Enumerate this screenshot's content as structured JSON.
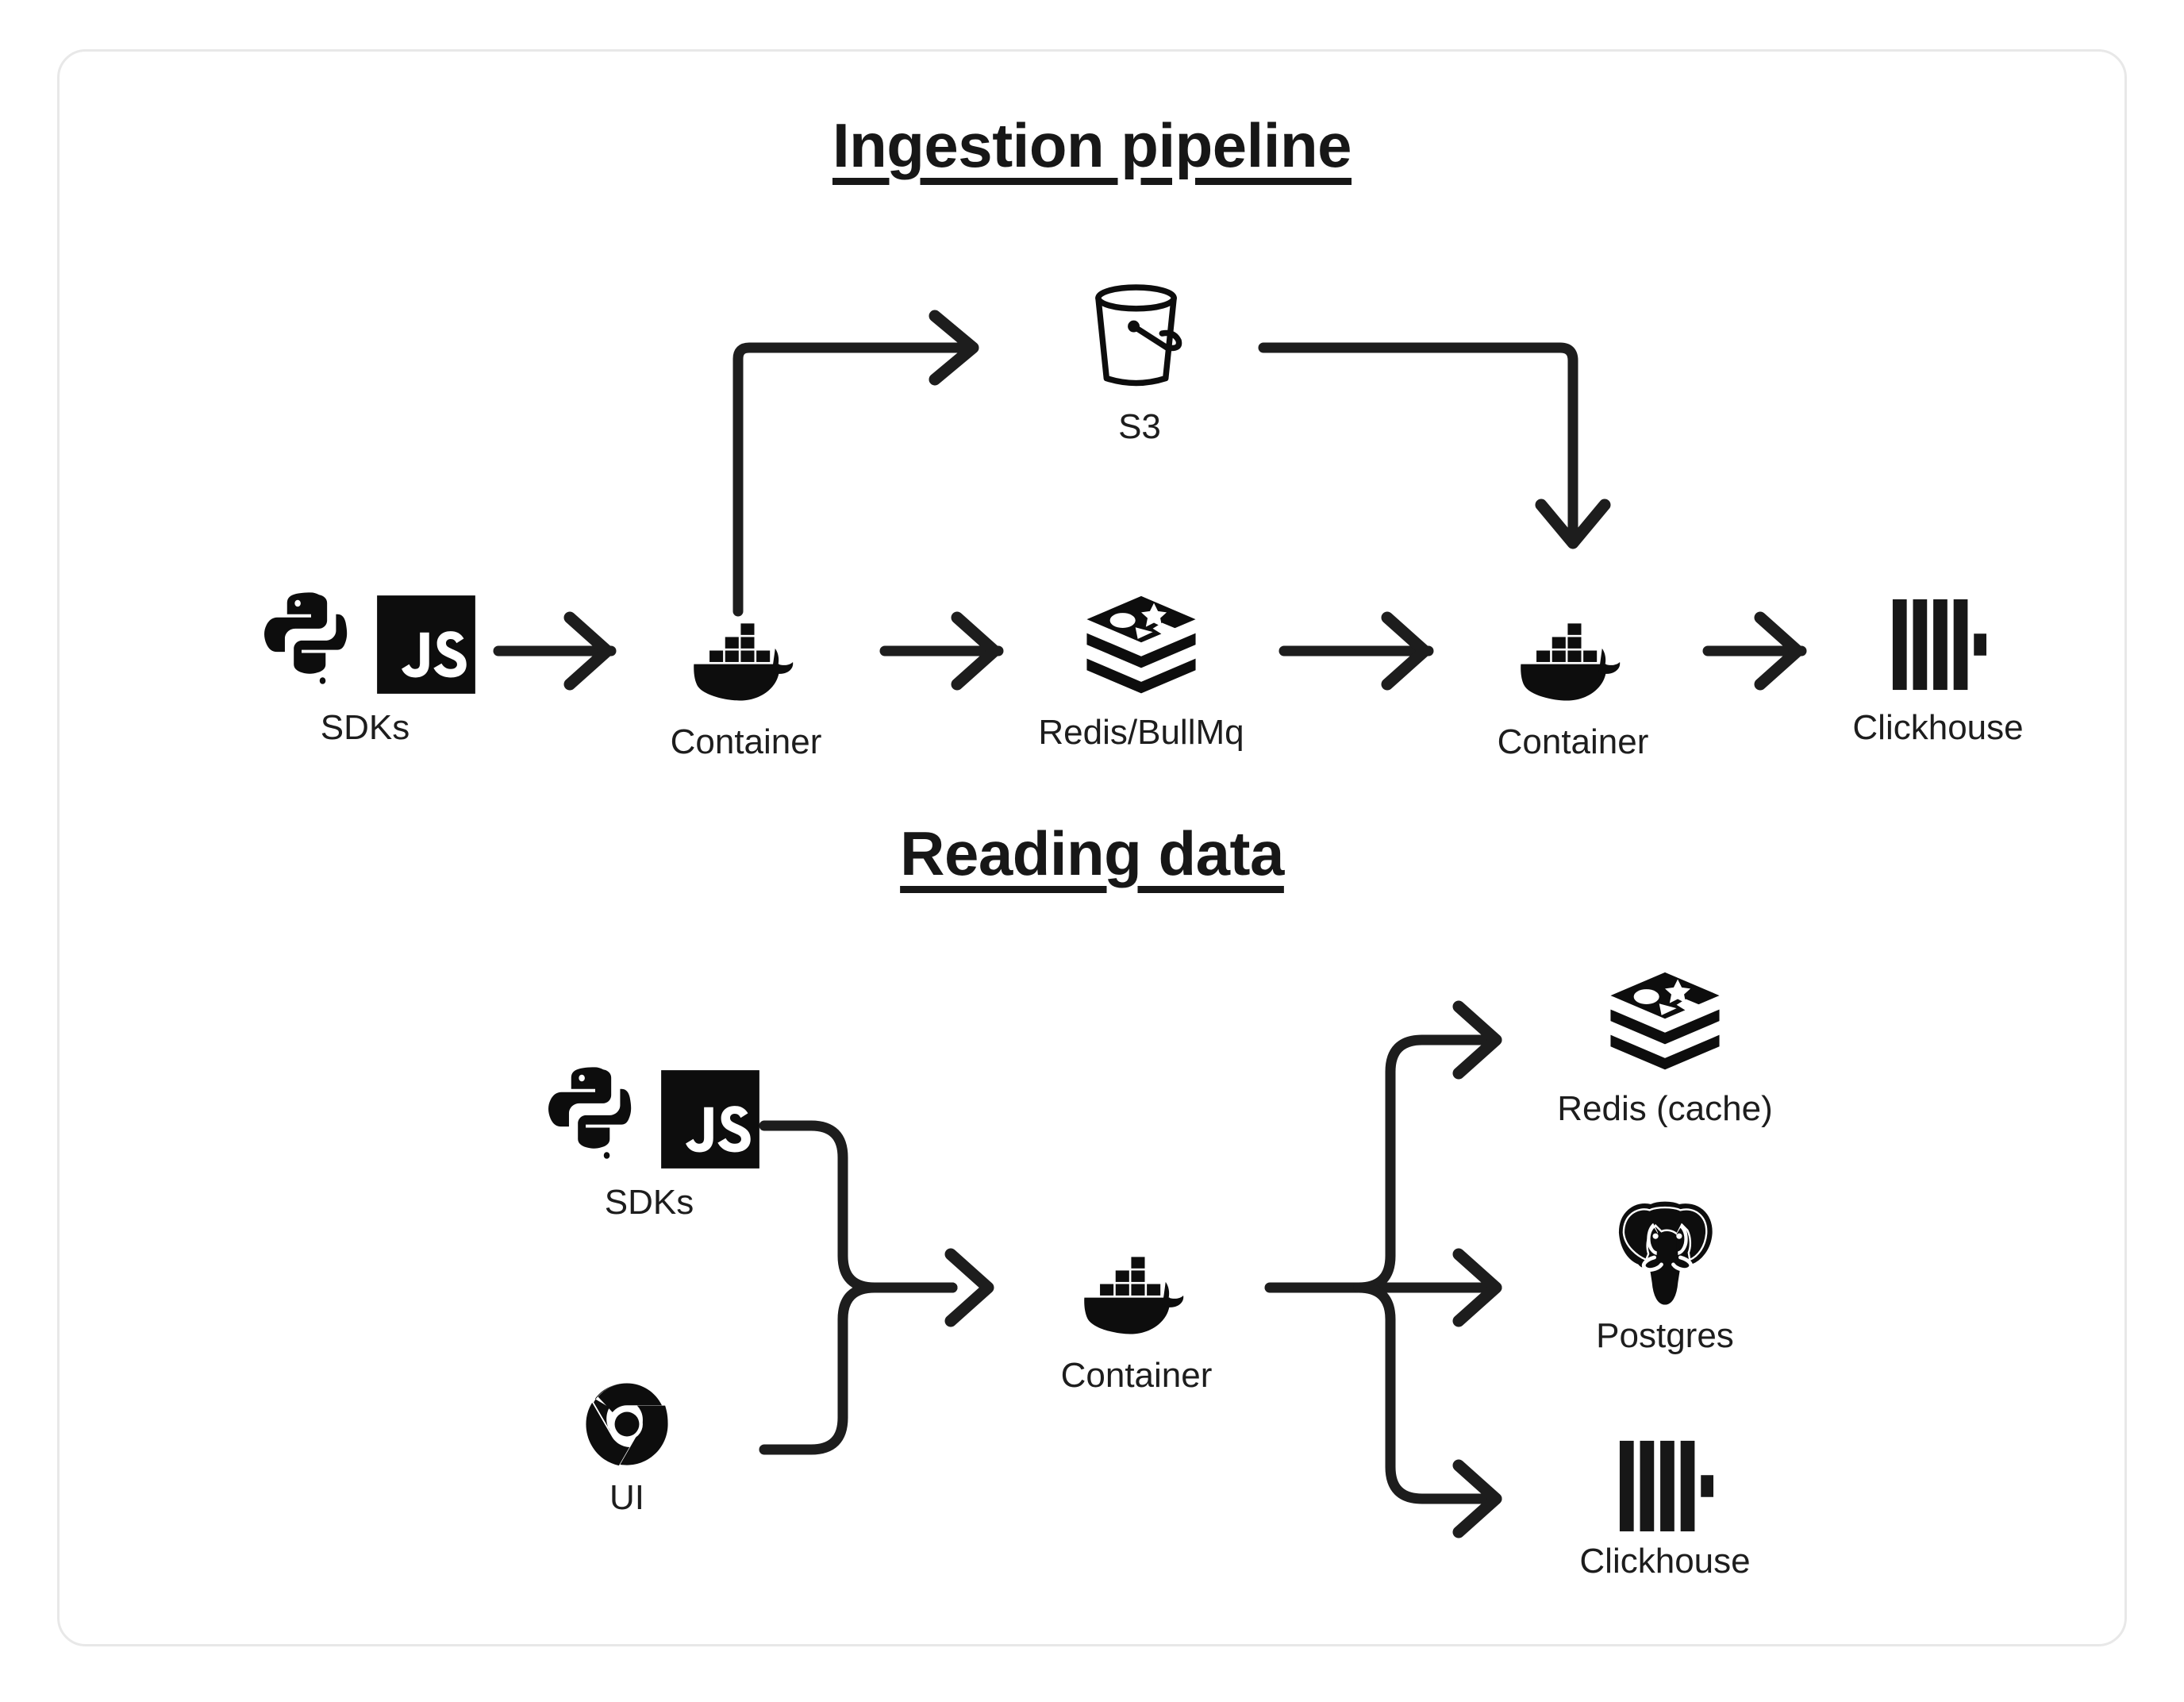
{
  "page": {
    "background": "#ffffff",
    "card_border_color": "#e8e8e8",
    "ink_color": "#171717"
  },
  "sections": [
    {
      "id": "ingestion",
      "title": "Ingestion pipeline",
      "nodes": [
        {
          "id": "sdks-1",
          "label": "SDKs",
          "icon": "python-js-sdk-icon"
        },
        {
          "id": "container-1",
          "label": "Container",
          "icon": "docker-whale-icon"
        },
        {
          "id": "s3",
          "label": "S3",
          "icon": "s3-bucket-icon"
        },
        {
          "id": "redis-bullmq",
          "label": "Redis/BullMq",
          "icon": "redis-stack-icon"
        },
        {
          "id": "container-2",
          "label": "Container",
          "icon": "docker-whale-icon"
        },
        {
          "id": "clickhouse-1",
          "label": "Clickhouse",
          "icon": "clickhouse-bars-icon"
        }
      ],
      "edges": [
        {
          "from": "sdks-1",
          "to": "container-1",
          "kind": "straight"
        },
        {
          "from": "container-1",
          "to": "s3",
          "kind": "up-right"
        },
        {
          "from": "container-1",
          "to": "redis-bullmq",
          "kind": "straight"
        },
        {
          "from": "s3",
          "to": "container-2",
          "kind": "right-down"
        },
        {
          "from": "redis-bullmq",
          "to": "container-2",
          "kind": "straight"
        },
        {
          "from": "container-2",
          "to": "clickhouse-1",
          "kind": "straight"
        }
      ]
    },
    {
      "id": "reading",
      "title": "Reading data",
      "nodes": [
        {
          "id": "sdks-2",
          "label": "SDKs",
          "icon": "python-js-sdk-icon"
        },
        {
          "id": "ui",
          "label": "UI",
          "icon": "chrome-browser-icon"
        },
        {
          "id": "container-3",
          "label": "Container",
          "icon": "docker-whale-icon"
        },
        {
          "id": "redis-cache",
          "label": "Redis (cache)",
          "icon": "redis-stack-icon"
        },
        {
          "id": "postgres",
          "label": "Postgres",
          "icon": "postgres-elephant-icon"
        },
        {
          "id": "clickhouse-2",
          "label": "Clickhouse",
          "icon": "clickhouse-bars-icon"
        }
      ],
      "edges": [
        {
          "from": "sdks-2",
          "to": "container-3",
          "kind": "merge-top"
        },
        {
          "from": "ui",
          "to": "container-3",
          "kind": "merge-bottom"
        },
        {
          "from": "container-3",
          "to": "redis-cache",
          "kind": "fan-up"
        },
        {
          "from": "container-3",
          "to": "postgres",
          "kind": "fan-straight"
        },
        {
          "from": "container-3",
          "to": "clickhouse-2",
          "kind": "fan-down"
        }
      ]
    }
  ]
}
